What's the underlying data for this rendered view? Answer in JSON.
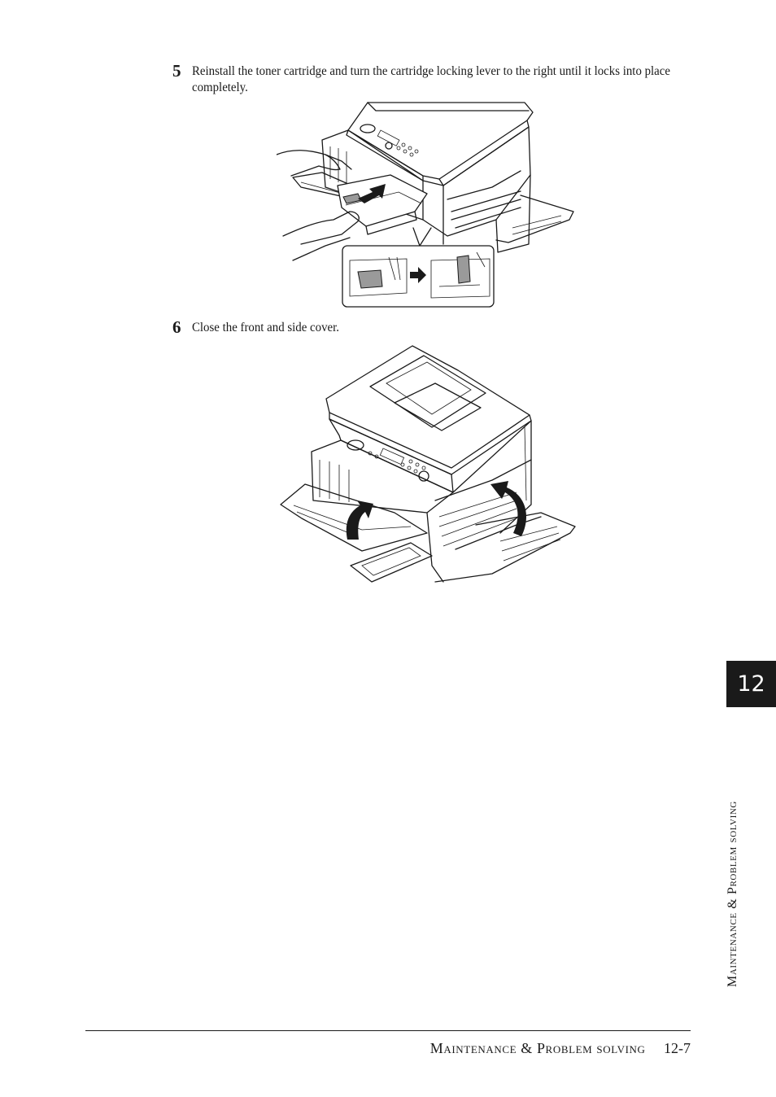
{
  "steps": [
    {
      "number": "5",
      "text": "Reinstall the toner cartridge and turn the cartridge locking lever to the right until it locks into place completely."
    },
    {
      "number": "6",
      "text": "Close the front and side cover."
    }
  ],
  "chapter_tab": "12",
  "side_title": "Maintenance & Problem solving",
  "footer": {
    "title": "Maintenance & Problem solving",
    "page_number": "12-7"
  }
}
